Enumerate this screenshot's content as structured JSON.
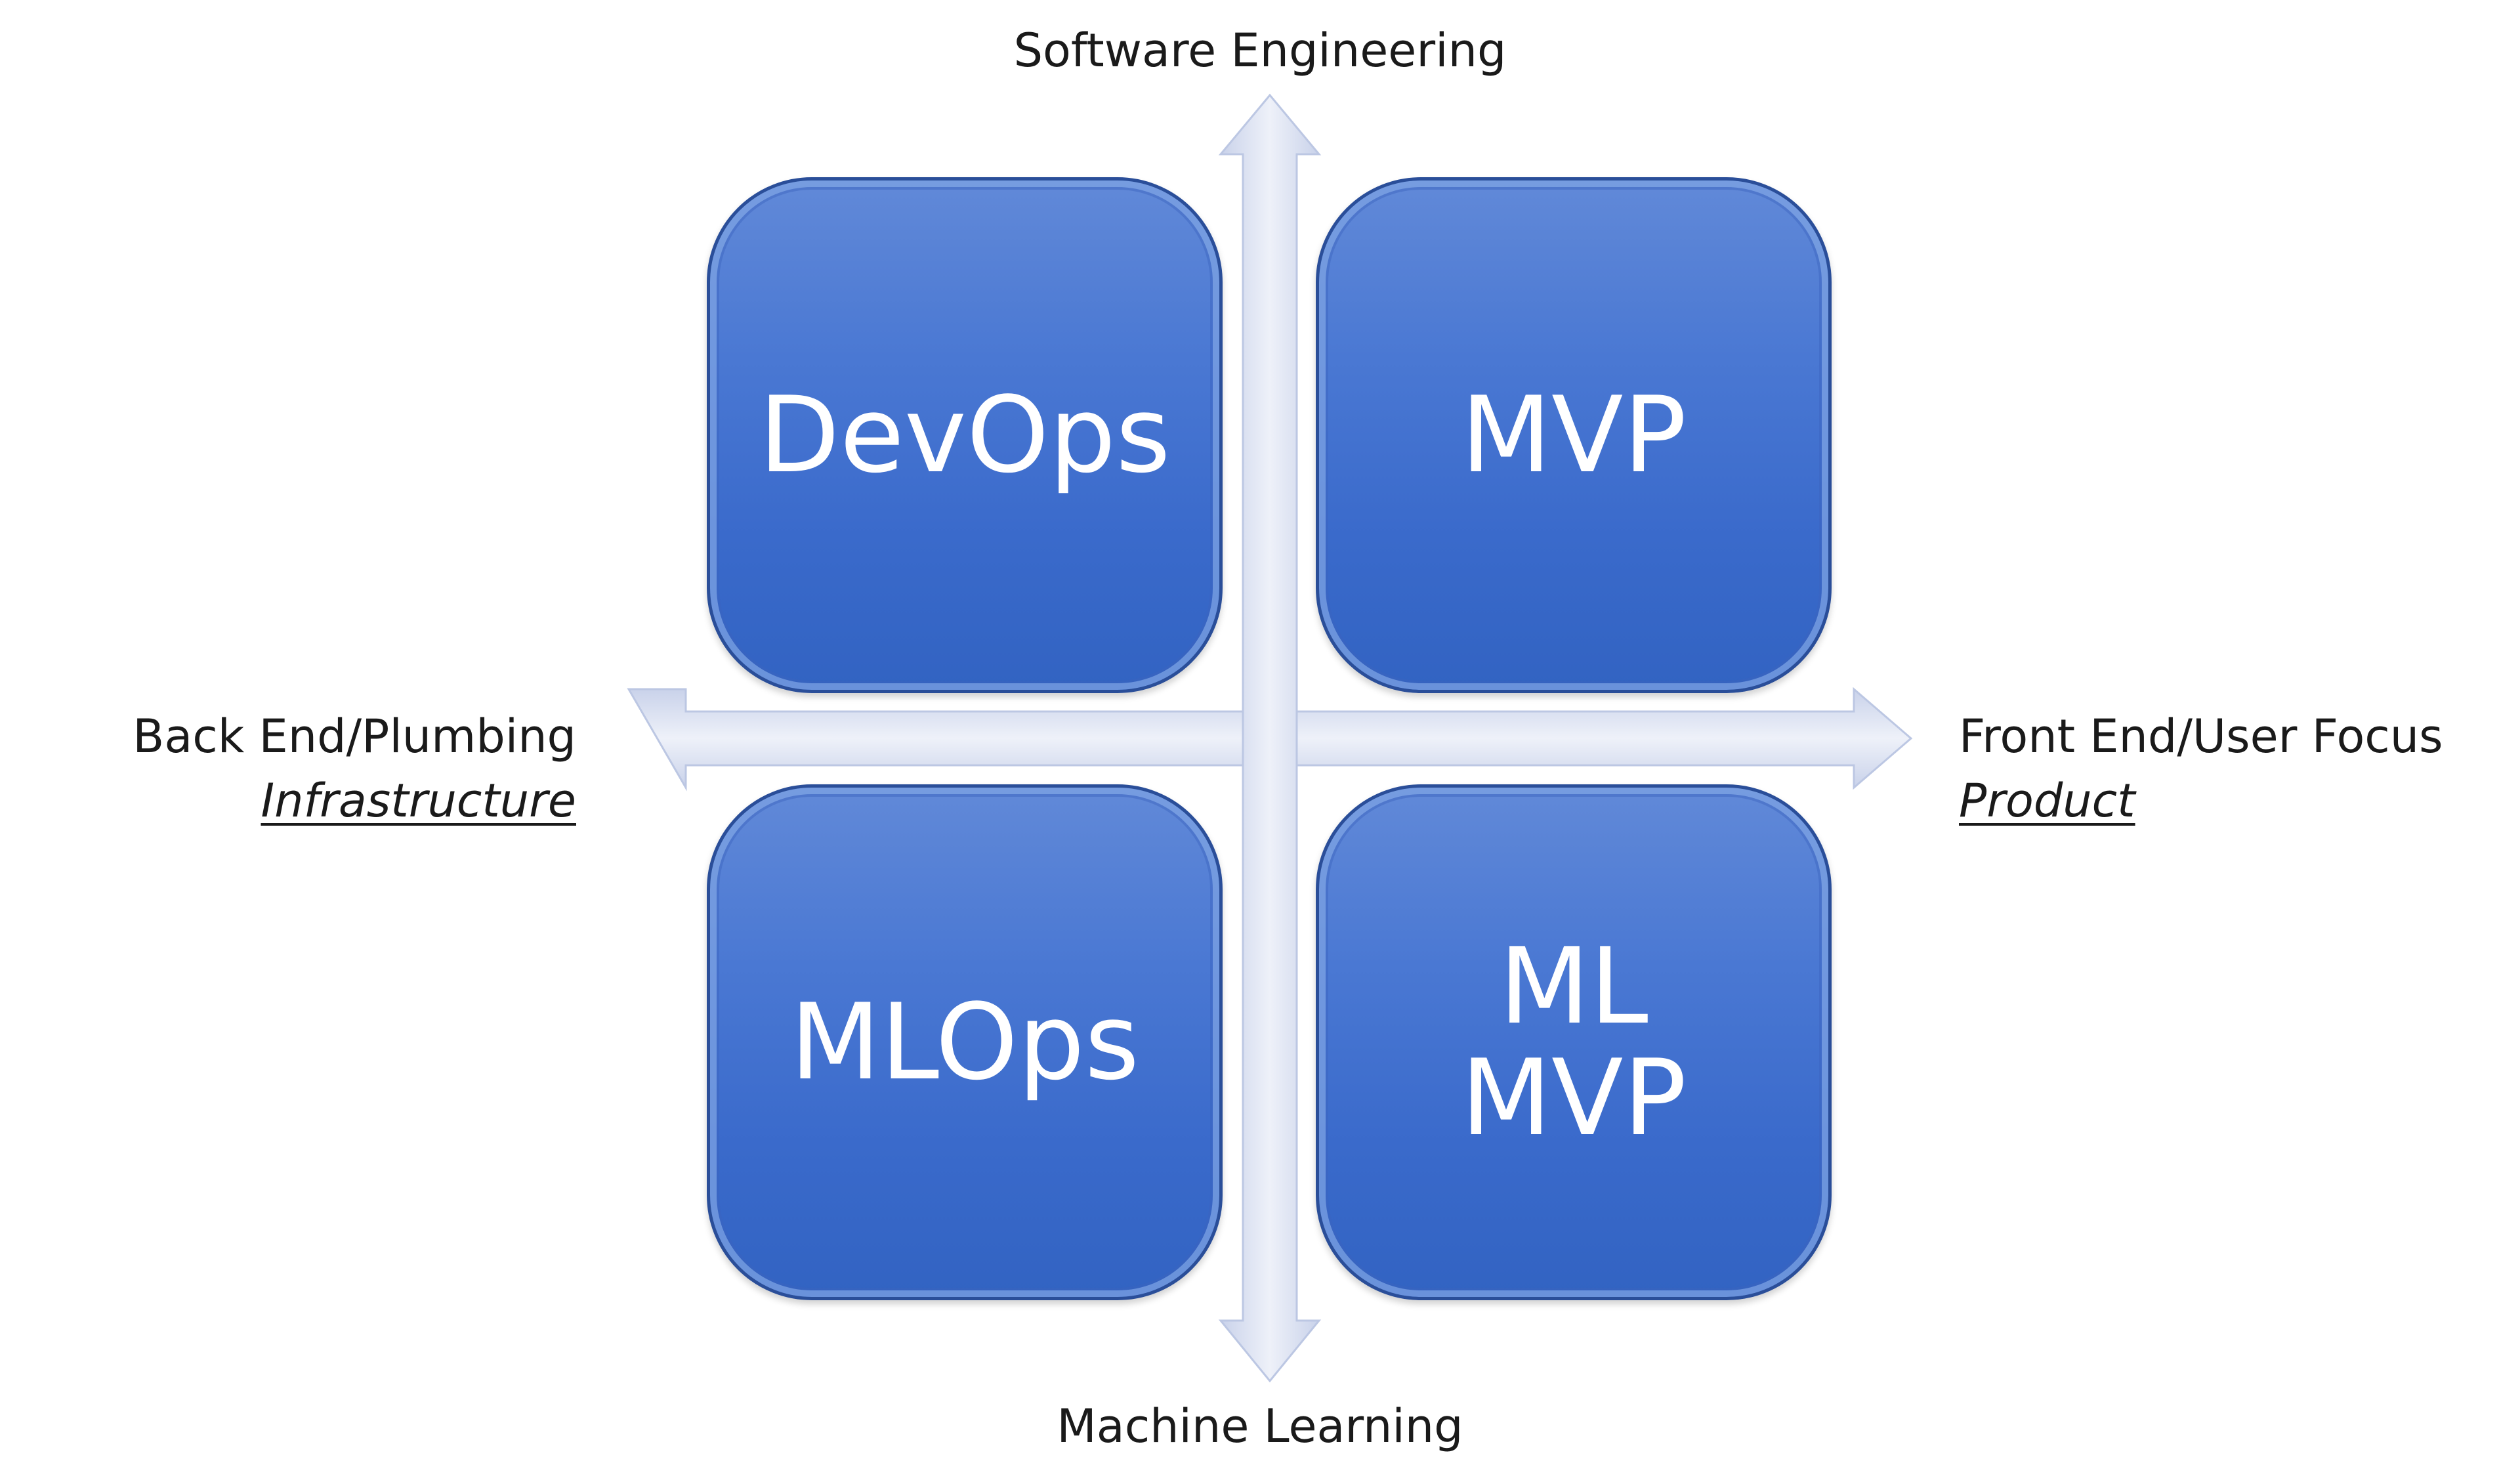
{
  "axes": {
    "top": {
      "label": "Software Engineering"
    },
    "bottom": {
      "label": "Machine Learning"
    },
    "left": {
      "label": "Back End/Plumbing",
      "sublabel": "Infrastructure"
    },
    "right": {
      "label": "Front End/User Focus",
      "sublabel": "Product"
    }
  },
  "quadrants": {
    "top_left": {
      "label": "DevOps"
    },
    "top_right": {
      "label": "MVP"
    },
    "bottom_left": {
      "label": "MLOps"
    },
    "bottom_right": {
      "label": "ML\nMVP"
    }
  },
  "colors": {
    "quadrant_fill": "#4a78d3",
    "quadrant_border": "#2a4e99",
    "arrow_fill": "#dfe5f3",
    "text": "#1a1a1a"
  }
}
